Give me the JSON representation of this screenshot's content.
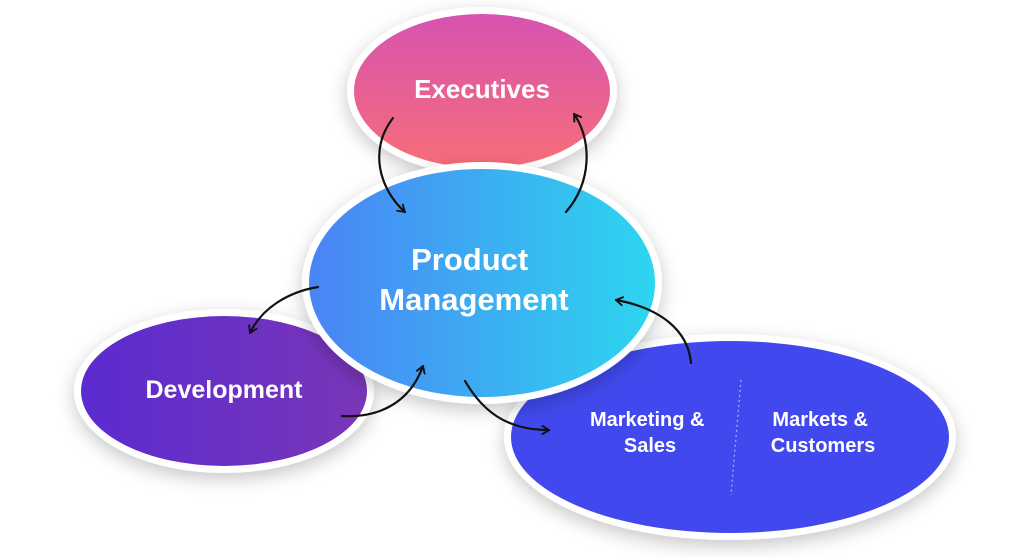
{
  "diagram": {
    "nodes": {
      "executives": {
        "label": "Executives"
      },
      "product_management": {
        "label_line1": "Product",
        "label_line2": "Management"
      },
      "development": {
        "label": "Development"
      },
      "marketing_sales": {
        "label_line1": "Marketing &",
        "label_line2": "Sales"
      },
      "markets_customers": {
        "label_line1": "Markets &",
        "label_line2": "Customers"
      }
    },
    "colors": {
      "executives_top": "#d653b1",
      "executives_bottom": "#f76d78",
      "product_left": "#4b83f5",
      "product_right": "#2dd6ef",
      "development_left": "#5a2bd0",
      "development_right": "#7a36b8",
      "market_fill": "#4149ee"
    }
  }
}
